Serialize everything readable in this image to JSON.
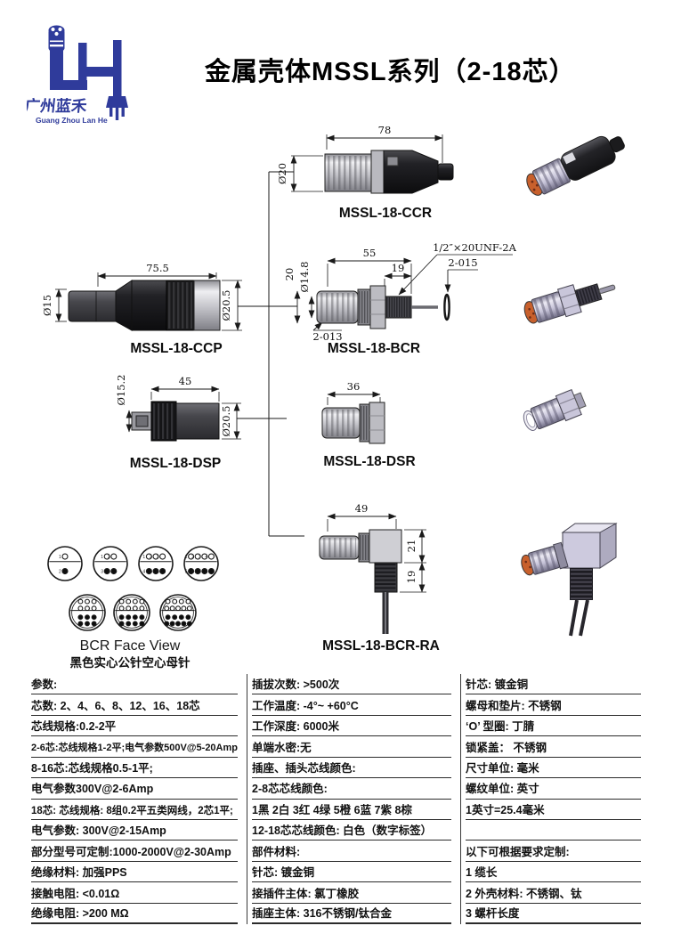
{
  "header": {
    "logo": {
      "brand_cn": "广州蓝禾",
      "brand_en": "Guang Zhou Lan He"
    },
    "title": "金属壳体MSSL系列（2-18芯）"
  },
  "drawings": {
    "ccr": {
      "label": "MSSL-18-CCR",
      "length": "78",
      "diameter": "Ø20"
    },
    "ccp": {
      "label": "MSSL-18-CCP",
      "length": "75.5",
      "front_diameter": "Ø15",
      "rear_diameter": "Ø20.5"
    },
    "bcr": {
      "label": "MSSL-18-BCR",
      "length": "55",
      "thread_length": "19",
      "diameter": "Ø14.8",
      "height": "20",
      "thread_spec": "1/2″×20UNF-2A",
      "oring_ref": "2-015",
      "front_ref": "2-013"
    },
    "dsp": {
      "label": "MSSL-18-DSP",
      "length": "45",
      "front_diameter": "Ø15.2",
      "rear_diameter": "Ø20.5"
    },
    "dsr": {
      "label": "MSSL-18-DSR",
      "length": "36"
    },
    "bcr_ra": {
      "label": "MSSL-18-BCR-RA",
      "length": "49",
      "body_height": "21",
      "thread_height": "19"
    }
  },
  "face_view": {
    "title": "BCR Face View",
    "subtitle": "黑色实心公针空心母针",
    "variants": [
      {
        "pins": 2
      },
      {
        "pins": 4
      },
      {
        "pins": 6
      },
      {
        "pins": 8
      },
      {
        "pins": 12
      },
      {
        "pins": 16
      },
      {
        "pins": 18
      }
    ]
  },
  "specs": {
    "columns": [
      {
        "rows": [
          "参数:",
          "芯数: 2、4、6、8、12、16、18芯",
          "芯线规格:0.2-2平",
          "2-6芯:芯线规格1-2平;电气参数500V@5-20Amp",
          "8-16芯:芯线规格0.5-1平;",
          "电气参数300V@2-6Amp",
          "18芯: 芯线规格: 8组0.2平五类网线，2芯1平;",
          "电气参数: 300V@2-15Amp",
          "部分型号可定制:1000-2000V@2-30Amp",
          "绝缘材料: 加强PPS",
          "接触电阻: <0.01Ω",
          "绝缘电阻: >200 MΩ"
        ]
      },
      {
        "rows": [
          "插拔次数: >500次",
          "工作温度: -4°~ +60°C",
          "工作深度: 6000米",
          "单端水密:无",
          "插座、插头芯线颜色:",
          "2-8芯芯线颜色:",
          "1黑 2白 3红 4绿 5橙 6蓝 7紫 8棕",
          "12-18芯芯线颜色: 白色（数字标签）",
          "部件材料:",
          "针芯: 镀金铜",
          "接插件主体: 氯丁橡胶",
          "插座主体: 316不锈钢/钛合金"
        ]
      },
      {
        "rows": [
          "针芯: 镀金铜",
          "螺母和垫片: 不锈钢",
          "‘O’ 型圈: 丁腈",
          "锁紧盖： 不锈钢",
          "尺寸单位: 毫米",
          "螺纹单位: 英寸",
          "1英寸=25.4毫米",
          "",
          "以下可根据要求定制:",
          "1 缆长",
          "2 外壳材料: 不锈钢、钛",
          "3 螺杆长度"
        ]
      }
    ]
  },
  "colors": {
    "brand_blue": "#2f3b9b",
    "drawing_line": "#1a1a1a",
    "photo_face_orange": "#c8602c",
    "photo_metal_lavender": "#c6c3d8"
  }
}
